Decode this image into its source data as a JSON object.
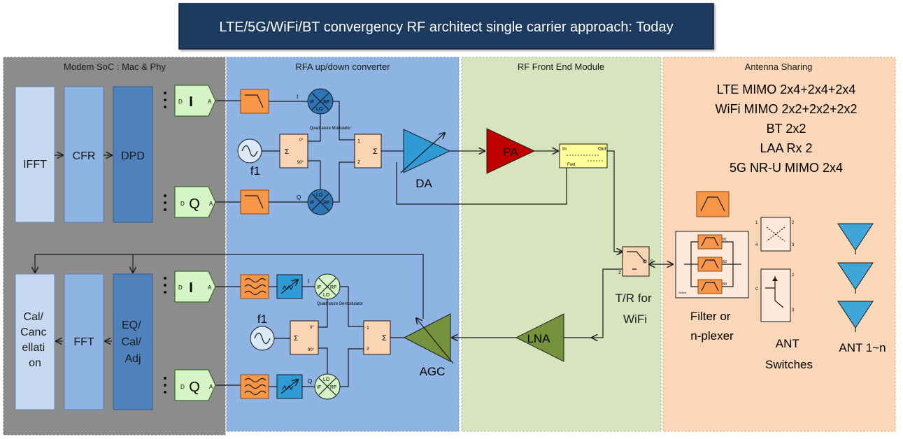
{
  "title": "LTE/5G/WiFi/BT convergency RF architect single carrier approach: Today",
  "sections": {
    "modem": "Modem SoC : Mac & Phy",
    "rfa": "RFA up/down converter",
    "fem": "RF Front End Module",
    "ant": "Antenna Sharing"
  },
  "tx": {
    "ifft": "IFFT",
    "cfr": "CFR",
    "dpd": "DPD",
    "dac_i": "I",
    "dac_q": "Q",
    "pin_d": "D",
    "pin_a": "A",
    "branch_i": "I",
    "branch_q": "Q",
    "mixer_if": "IF",
    "mixer_rf": "RF",
    "mixer_lo": "LO",
    "mod_label": "Quadrature Modulator",
    "sum": "Σ",
    "deg0": "0°",
    "deg90": "90°",
    "combiner_in1": "1",
    "combiner_in2": "2",
    "lo": "f1",
    "da": "DA",
    "pa": "PA",
    "coupler_in": "In",
    "coupler_out": "Out",
    "coupler_fwd": "Fwd"
  },
  "rx": {
    "cal": "Cal/ Canc ellati on",
    "fft": "FFT",
    "eq": "EQ/ Cal/ Adj",
    "adc_i": "I",
    "adc_q": "Q",
    "pin_d": "D",
    "pin_a": "A",
    "branch_i": "I",
    "branch_q": "Q",
    "mixer_if": "IF",
    "mixer_rf": "RF",
    "mixer_lo": "LO",
    "demod_label": "Quadrature Demodulator",
    "sum": "Σ",
    "deg0": "0°",
    "deg90": "90°",
    "combiner_in1": "1",
    "combiner_in2": "2",
    "lo": "f1",
    "agc": "AGC",
    "lna": "LNA"
  },
  "switch": {
    "label": "T/R for WiFi",
    "port1": "1",
    "port2": "2",
    "portc": "c"
  },
  "antenna": {
    "standards": [
      "LTE MIMO 2x4+2x4+2x4",
      "WiFi MIMO 2x2+2x2+2x2",
      "BT 2x2",
      "LAA Rx 2",
      "5G NR-U MIMO 2x4"
    ],
    "filter_label": "Filter or n-plexer",
    "switches_label": "ANT Switches",
    "ant_label": "ANT 1~n",
    "band1": "B1",
    "band2": "B2",
    "band3": "B3",
    "select": "Select",
    "dpdt_1": "1",
    "dpdt_2": "2",
    "dpdt_3": "3",
    "dpdt_4": "4",
    "spdt_c": "C",
    "spdt_2": "2",
    "spdt_3": "3"
  },
  "colors": {
    "title_bg": "#1f3a5f",
    "modem_bg": "#8c8c8c",
    "rfa_bg": "#8eb4e3",
    "fem_bg": "#d7e4bd",
    "ant_bg": "#fad7b8",
    "pa": "#c00000",
    "da": "#2e9bd6",
    "agc": "#76923c",
    "lna": "#76923c",
    "filter": "#f79646",
    "converter": "#d6f5c6",
    "mixer_tx": "#2e75b6",
    "antenna": "#3ea6d8"
  }
}
